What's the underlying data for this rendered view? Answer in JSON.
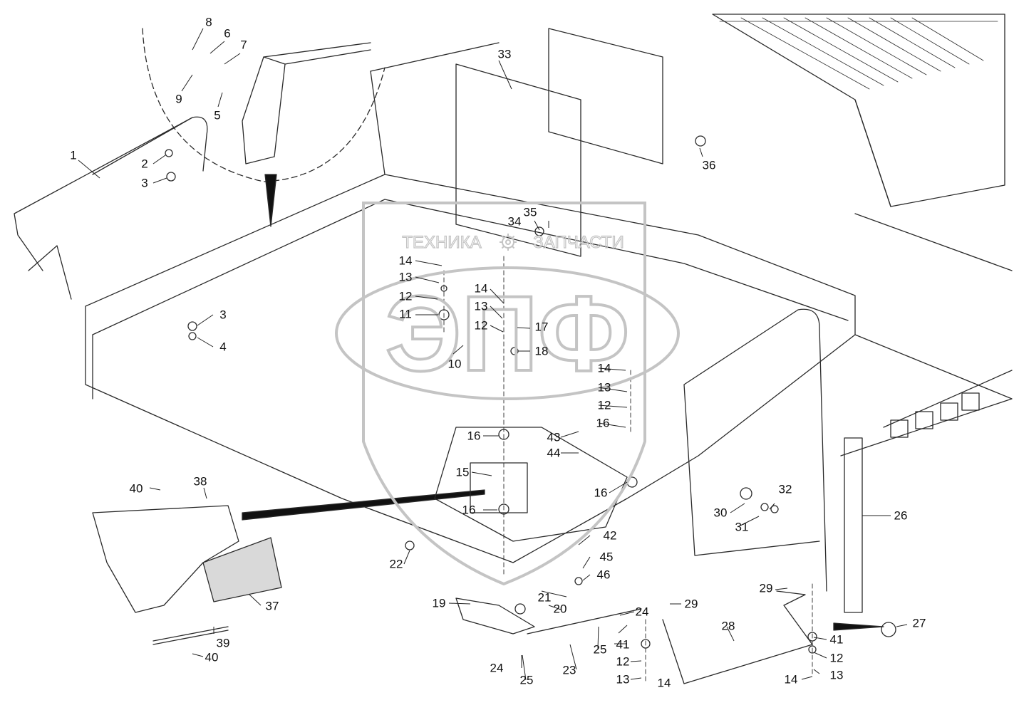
{
  "diagram": {
    "part_numbers": [
      "1",
      "2",
      "3",
      "4",
      "5",
      "6",
      "7",
      "8",
      "9",
      "10",
      "11",
      "12",
      "13",
      "14",
      "15",
      "16",
      "17",
      "18",
      "19",
      "20",
      "21",
      "22",
      "23",
      "24",
      "25",
      "26",
      "27",
      "28",
      "29",
      "30",
      "31",
      "32",
      "33",
      "34",
      "35",
      "36",
      "37",
      "38",
      "39",
      "40",
      "41",
      "42",
      "43",
      "44",
      "45",
      "46"
    ]
  },
  "watermark": {
    "text_left": "ТЕХНИКА",
    "text_right": "ЗАПЧАСТИ",
    "logo": "ЭПФ"
  },
  "colors": {
    "line": "#222222",
    "watermark": "#c4c4c4",
    "background": "#ffffff"
  },
  "icons": {
    "gear": "gear-icon"
  }
}
